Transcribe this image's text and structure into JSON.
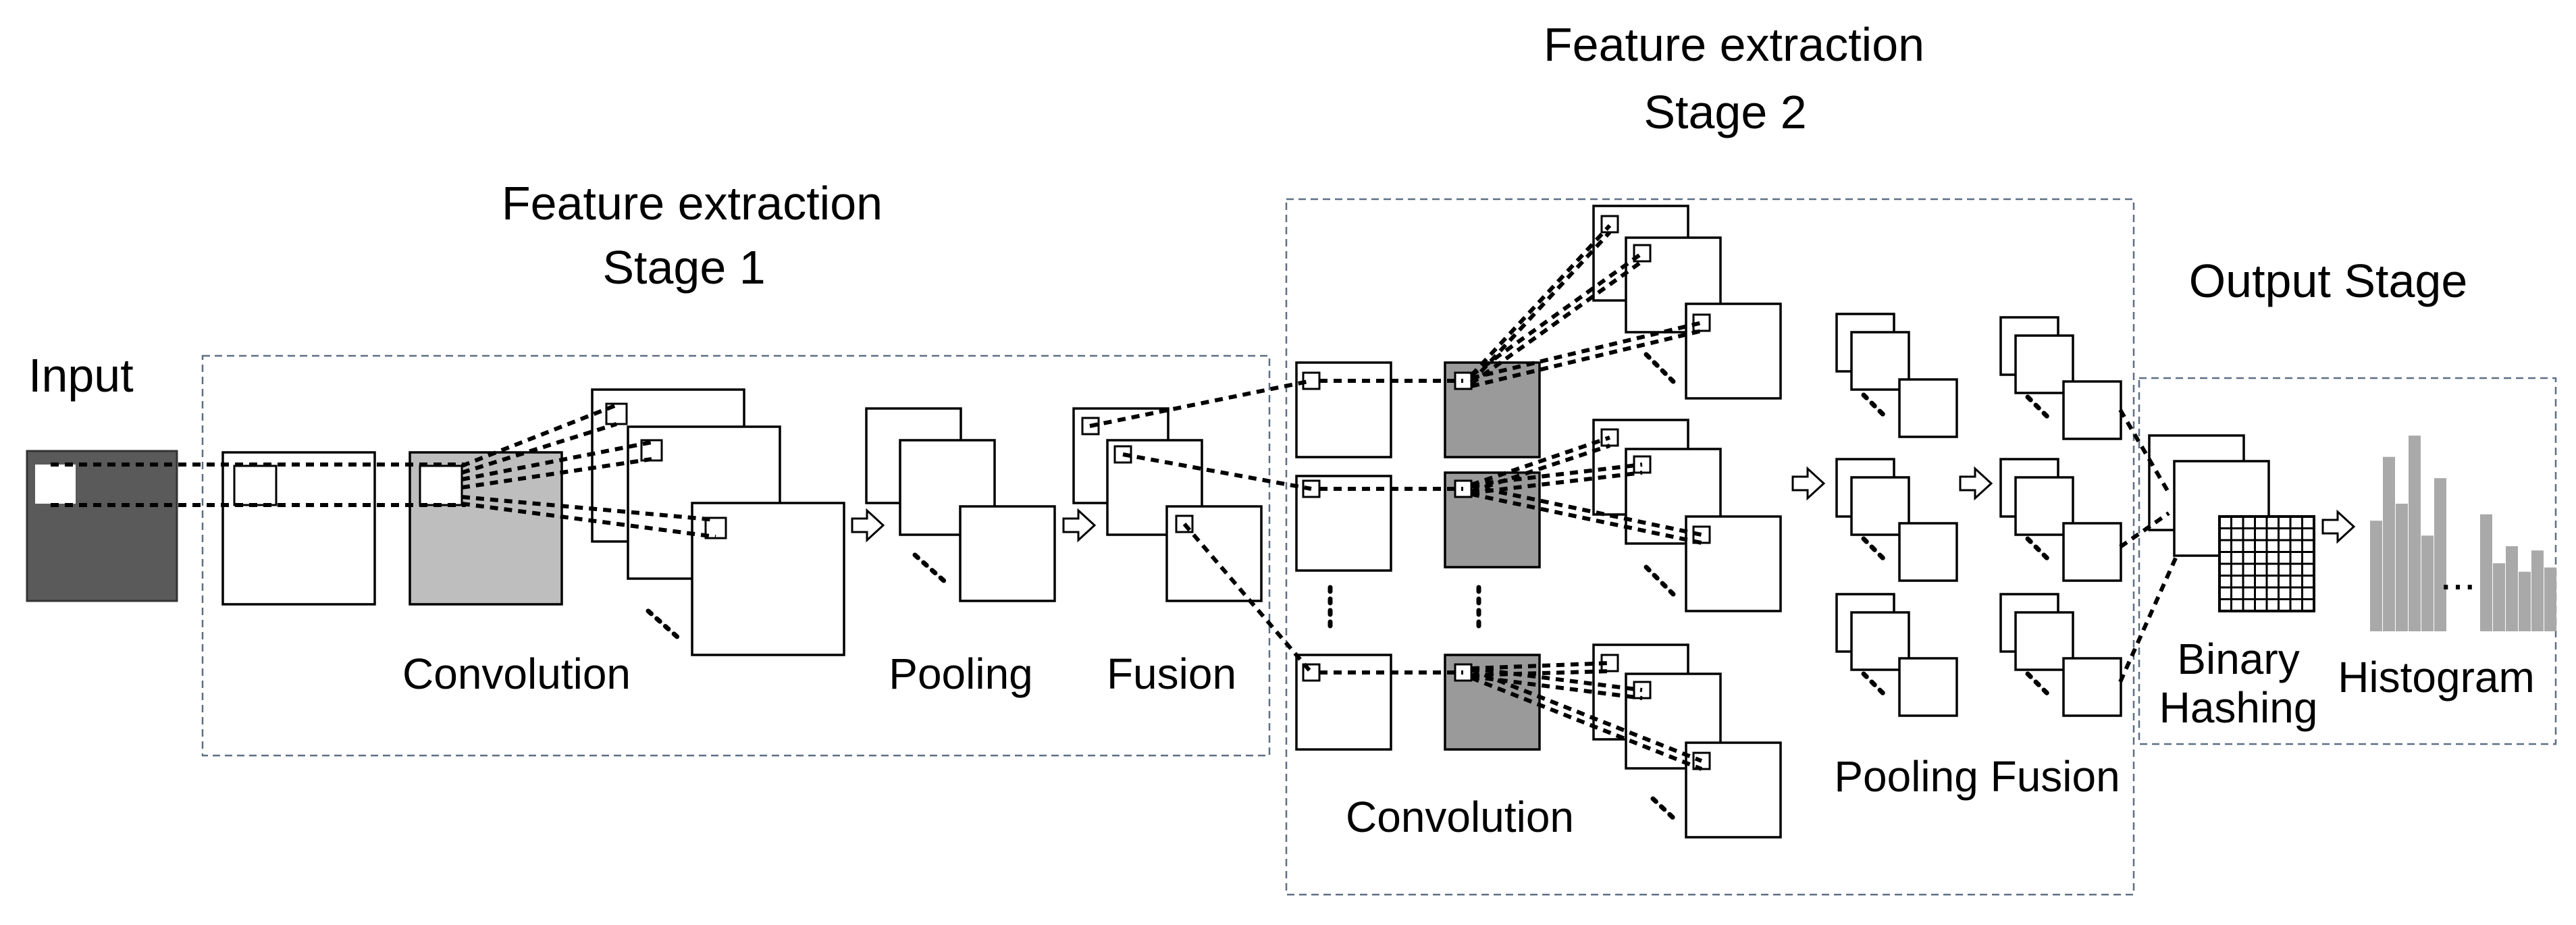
{
  "labels": {
    "input": "Input",
    "stage1": [
      "Feature extraction",
      "Stage 1"
    ],
    "stage2": [
      "Feature extraction",
      "Stage 2"
    ],
    "output_stage": "Output Stage",
    "convolution_1": "Convolution",
    "pooling_1": "Pooling",
    "fusion_1": "Fusion",
    "convolution_2": "Convolution",
    "pooling_fusion_2": "Pooling Fusion",
    "binary_hashing": [
      "Binary",
      "Hashing"
    ],
    "histogram": "Histogram",
    "ellipsis": "..."
  },
  "colors": {
    "input_image": "#5a5a5a",
    "conv_filter_stage1": "#bebebe",
    "conv_filter_stage2": "#9a9a9a",
    "histogram_bars": "#a9a9a9",
    "stage_border": "#5d6f84"
  },
  "histogram": {
    "group1": [
      0.52,
      0.82,
      0.6,
      0.92,
      0.45,
      0.72
    ],
    "group2": [
      0.55,
      0.32,
      0.4,
      0.28,
      0.38,
      0.3
    ]
  }
}
